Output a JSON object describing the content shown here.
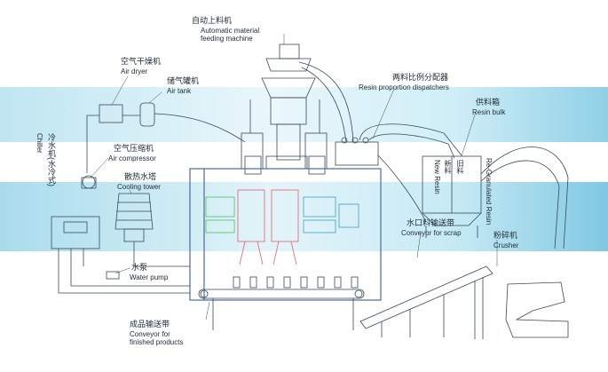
{
  "labels": {
    "feeder_zh": "自动上料机",
    "feeder_en1": "Automatic material",
    "feeder_en2": "feeding machine",
    "dryer_zh": "空气干燥机",
    "dryer_en": "Air dryer",
    "tank_zh": "储气罐机",
    "tank_en": "Air tank",
    "dispatcher_zh": "两料比例分配器",
    "dispatcher_en": "Resin proportion dispatchers",
    "bulk_zh": "供料箱",
    "bulk_en": "Resin bulk",
    "chiller_zh": "冷水机(水冷式)",
    "chiller_en": "Chiller",
    "compressor_zh": "空气压缩机",
    "compressor_en": "Air compressor",
    "tower_zh": "散热水塔",
    "tower_en": "Cooling tower",
    "new_zh": "新料",
    "new_en": "New Resin",
    "old_zh": "旧料",
    "old_en": "Re-Granulated Resin",
    "scrap_zh": "水口料输送带",
    "scrap_en": "Conveyor for scrap",
    "crusher_zh": "粉碎机",
    "crusher_en": "Crusher",
    "pump_zh": "水泵",
    "pump_en": "Water pump",
    "finished_zh": "成品输送带",
    "finished_en1": "Conveyor for",
    "finished_en2": "finished products"
  },
  "colors": {
    "band": "#9fd8ea",
    "line": "#3a4a5a",
    "frame": "#4a6aa0",
    "mold_red": "#e06070",
    "mold_green": "#50c060",
    "mold_blue": "#40a0c0"
  }
}
